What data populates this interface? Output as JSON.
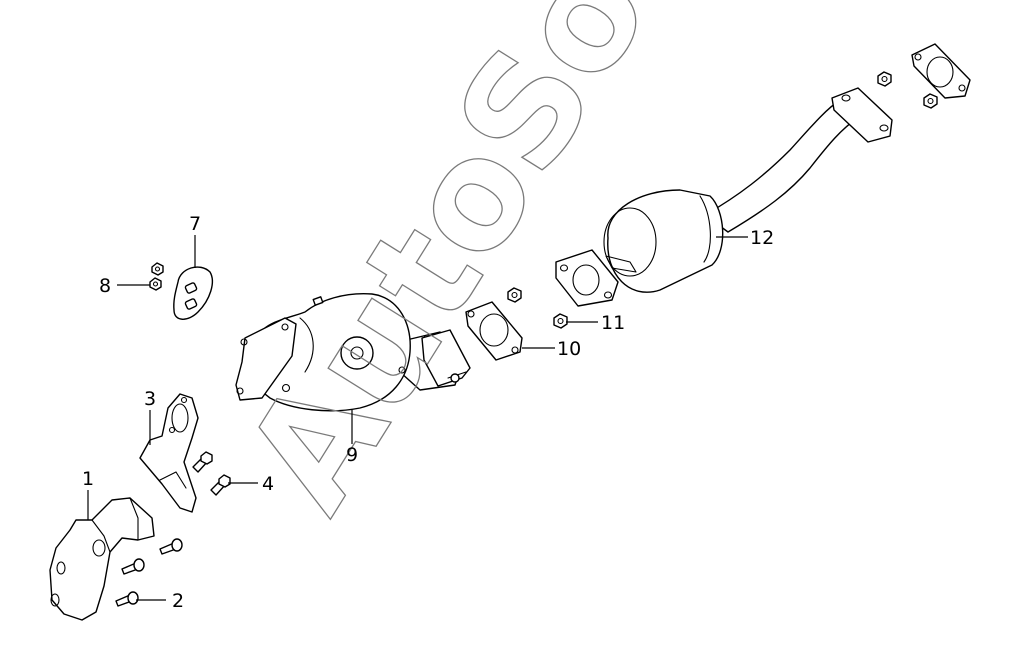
{
  "watermark": "AutoSoft",
  "callouts": {
    "c1": "1",
    "c2": "2",
    "c3": "3",
    "c4": "4",
    "c7": "7",
    "c8": "8",
    "c9": "9",
    "c10": "10",
    "c11": "11",
    "c12": "12"
  }
}
